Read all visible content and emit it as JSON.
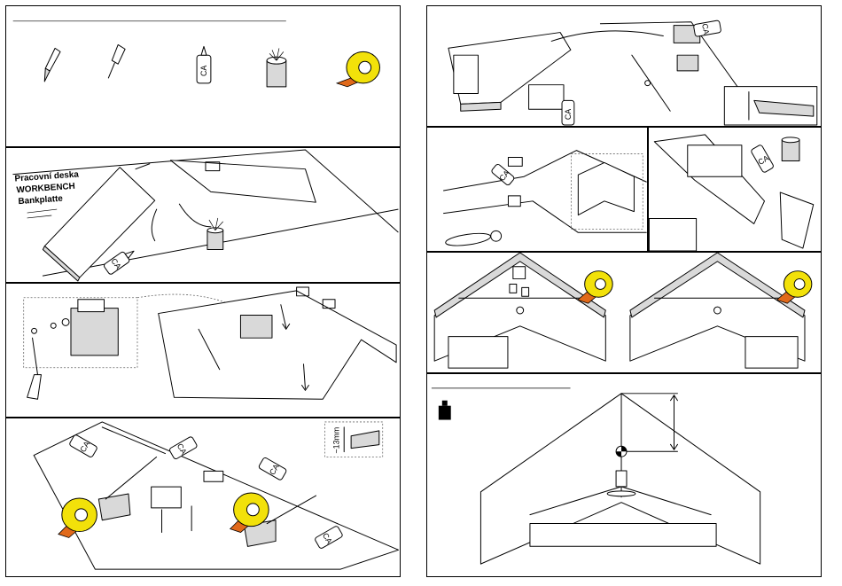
{
  "workbench_labels": [
    "Pracovní deska",
    "WORKBENCH",
    "Bankplatte"
  ],
  "glue_label": "CA",
  "dimension_label": "~13mm",
  "icons": {
    "tools": [
      "knife-icon",
      "screwdriver-icon",
      "ca-glue-bottle-icon",
      "glue-can-icon",
      "tape-roll-icon"
    ],
    "weight": "weight-icon",
    "center_of_gravity": "cg-marker-icon"
  },
  "colors": {
    "tape": "#f2e10a",
    "tape_tab": "#e0691a",
    "ink": "#000000"
  }
}
